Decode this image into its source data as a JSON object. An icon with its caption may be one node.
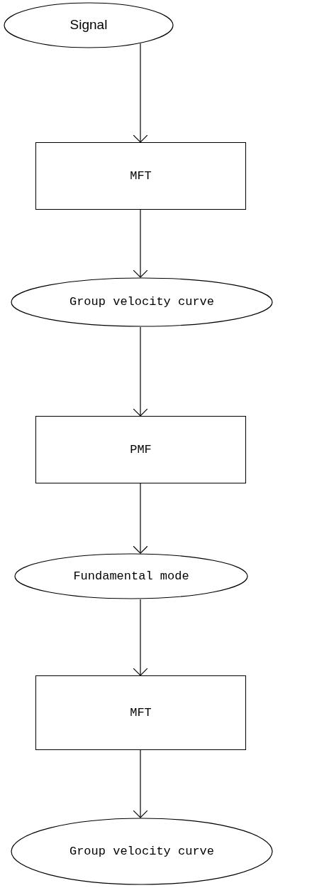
{
  "diagram": {
    "nodes": [
      {
        "text": [
          "Signal"
        ]
      },
      {
        "text": [
          "MFT"
        ]
      },
      {
        "text": [
          "Group velocity curve"
        ]
      },
      {
        "text": [
          "PMF"
        ]
      },
      {
        "text": [
          "Fundamental mode"
        ]
      },
      {
        "text": [
          "MFT"
        ]
      },
      {
        "text": [
          "Group velocity curve"
        ]
      }
    ],
    "edges": [
      {
        "from": 0,
        "to": 1,
        "arrow": "to"
      },
      {
        "from": 1,
        "to": 2,
        "arrow": "to"
      },
      {
        "from": 2,
        "to": 3,
        "arrow": "to"
      },
      {
        "from": 3,
        "to": 4,
        "arrow": "to"
      },
      {
        "from": 4,
        "to": 5,
        "arrow": "to"
      },
      {
        "from": 5,
        "to": 6,
        "arrow": "to"
      }
    ]
  }
}
